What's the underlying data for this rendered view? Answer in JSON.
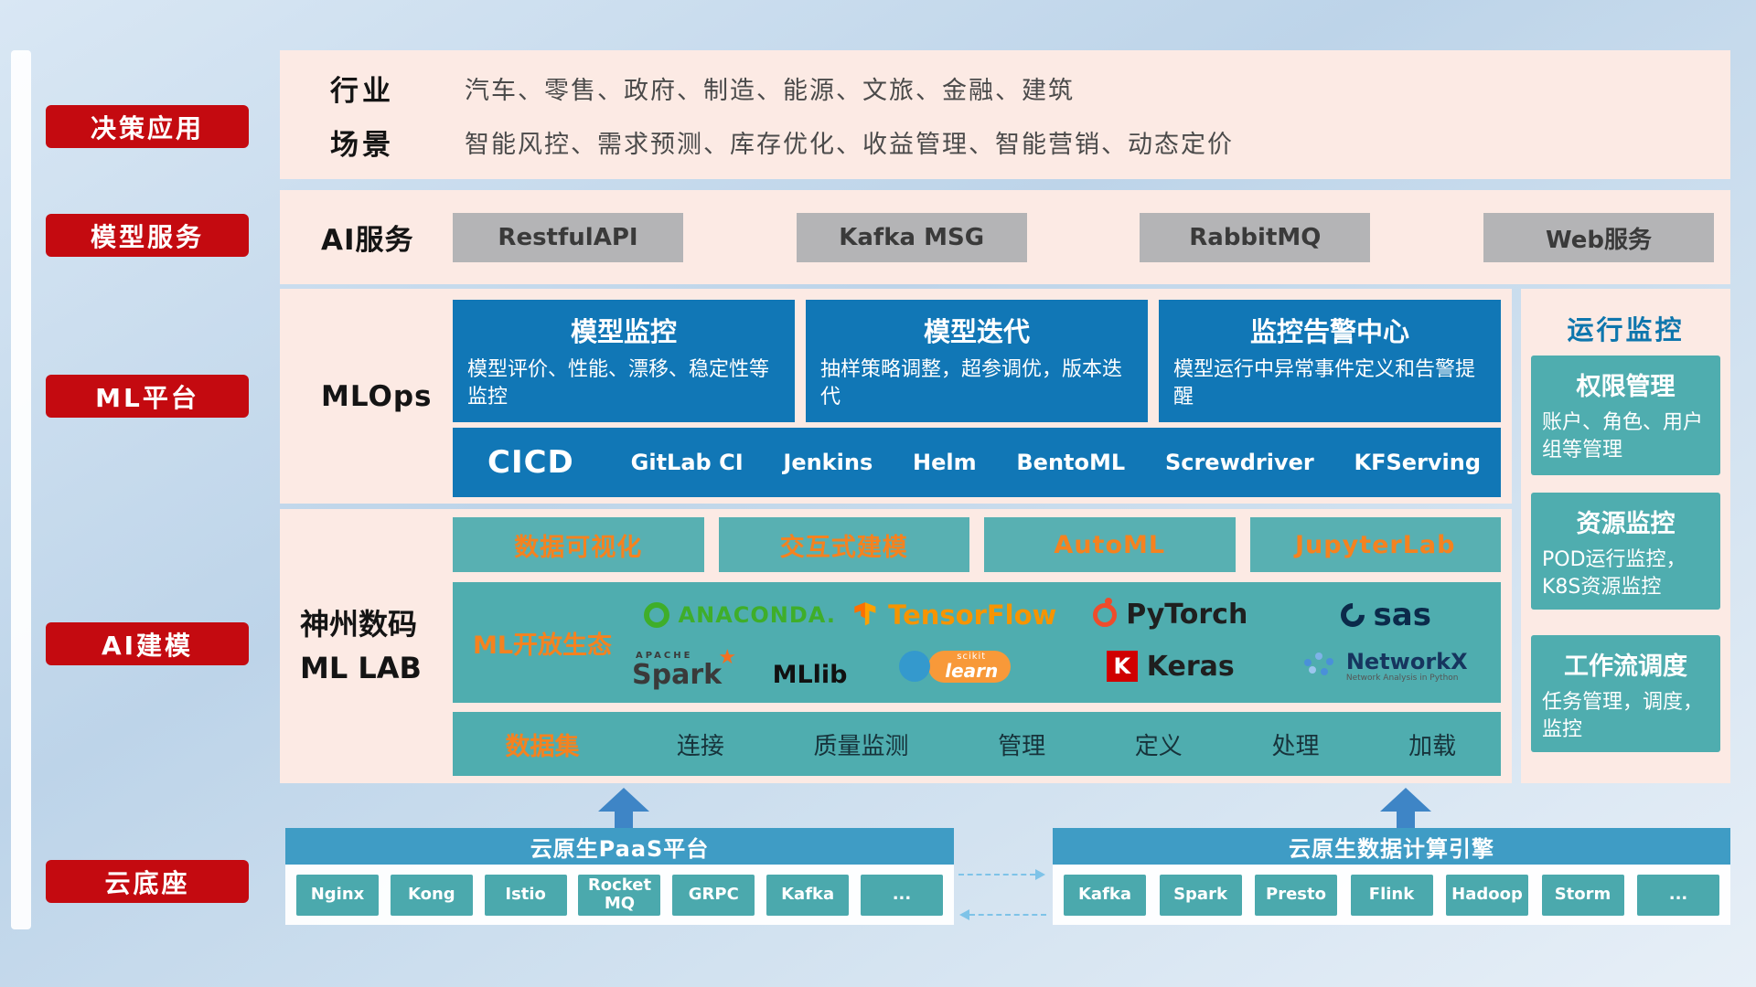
{
  "sidebar": {
    "items": [
      "决策应用",
      "模型服务",
      "ML平台",
      "AI建模",
      "云底座"
    ]
  },
  "industry_band": {
    "rows": [
      {
        "label": "行业",
        "text": "汽车、零售、政府、制造、能源、文旅、金融、建筑"
      },
      {
        "label": "场景",
        "text": "智能风控、需求预测、库存优化、收益管理、智能营销、动态定价"
      }
    ]
  },
  "ai_service_band": {
    "label": "AI服务",
    "buttons": [
      "RestfulAPI",
      "Kafka MSG",
      "RabbitMQ",
      "Web服务"
    ]
  },
  "mlops_band": {
    "label": "MLOps",
    "cards": [
      {
        "title": "模型监控",
        "desc": "模型评价、性能、漂移、稳定性等监控"
      },
      {
        "title": "模型迭代",
        "desc": "抽样策略调整，超参调优，版本迭代"
      },
      {
        "title": "监控告警中心",
        "desc": "模型运行中异常事件定义和告警提醒"
      }
    ],
    "cicd_label": "CICD",
    "cicd_tools": [
      "GitLab CI",
      "Jenkins",
      "Helm",
      "BentoML",
      "Screwdriver",
      "KFServing"
    ]
  },
  "mllab_band": {
    "label_line1": "神州数码",
    "label_line2": "ML LAB",
    "top_buttons": [
      "数据可视化",
      "交互式建模",
      "AutoML",
      "JupyterLab"
    ],
    "ecosystem_label": "ML开放生态",
    "logos": {
      "anaconda": "ANACONDA.",
      "tensorflow": "TensorFlow",
      "pytorch": "PyTorch",
      "sas": "sas",
      "spark_prefix": "APACHE",
      "spark": "Spark",
      "spark_star": "★",
      "mllib": "MLlib",
      "scikit_prefix": "scikit",
      "scikit": "learn",
      "keras_letter": "K",
      "keras": "Keras",
      "networkx": "NetworkX",
      "networkx_subtitle": "Network Analysis in Python"
    },
    "dataset_label": "数据集",
    "dataset_items": [
      "连接",
      "质量监测",
      "管理",
      "定义",
      "处理",
      "加载"
    ]
  },
  "monitor_column": {
    "title": "运行监控",
    "cards": [
      {
        "title": "权限管理",
        "desc": "账户、角色、用户组等管理"
      },
      {
        "title": "资源监控",
        "desc": "POD运行监控，K8S资源监控"
      },
      {
        "title": "工作流调度",
        "desc": "任务管理，调度，监控"
      }
    ]
  },
  "bottom": {
    "paas_title": "云原生PaaS平台",
    "paas_buttons": [
      "Nginx",
      "Kong",
      "Istio",
      "RocketMQ",
      "GRPC",
      "Kafka",
      "..."
    ],
    "compute_title": "云原生数据计算引擎",
    "compute_buttons": [
      "Kafka",
      "Spark",
      "Presto",
      "Flink",
      "Hadoop",
      "Storm",
      "..."
    ]
  },
  "colors": {
    "accent_red": "#c40a10",
    "deep_blue": "#1177b6",
    "teal": "#4fadaf",
    "orange": "#f5821f",
    "band_pink": "#fceae4",
    "header_blue": "#3f9cc5"
  }
}
